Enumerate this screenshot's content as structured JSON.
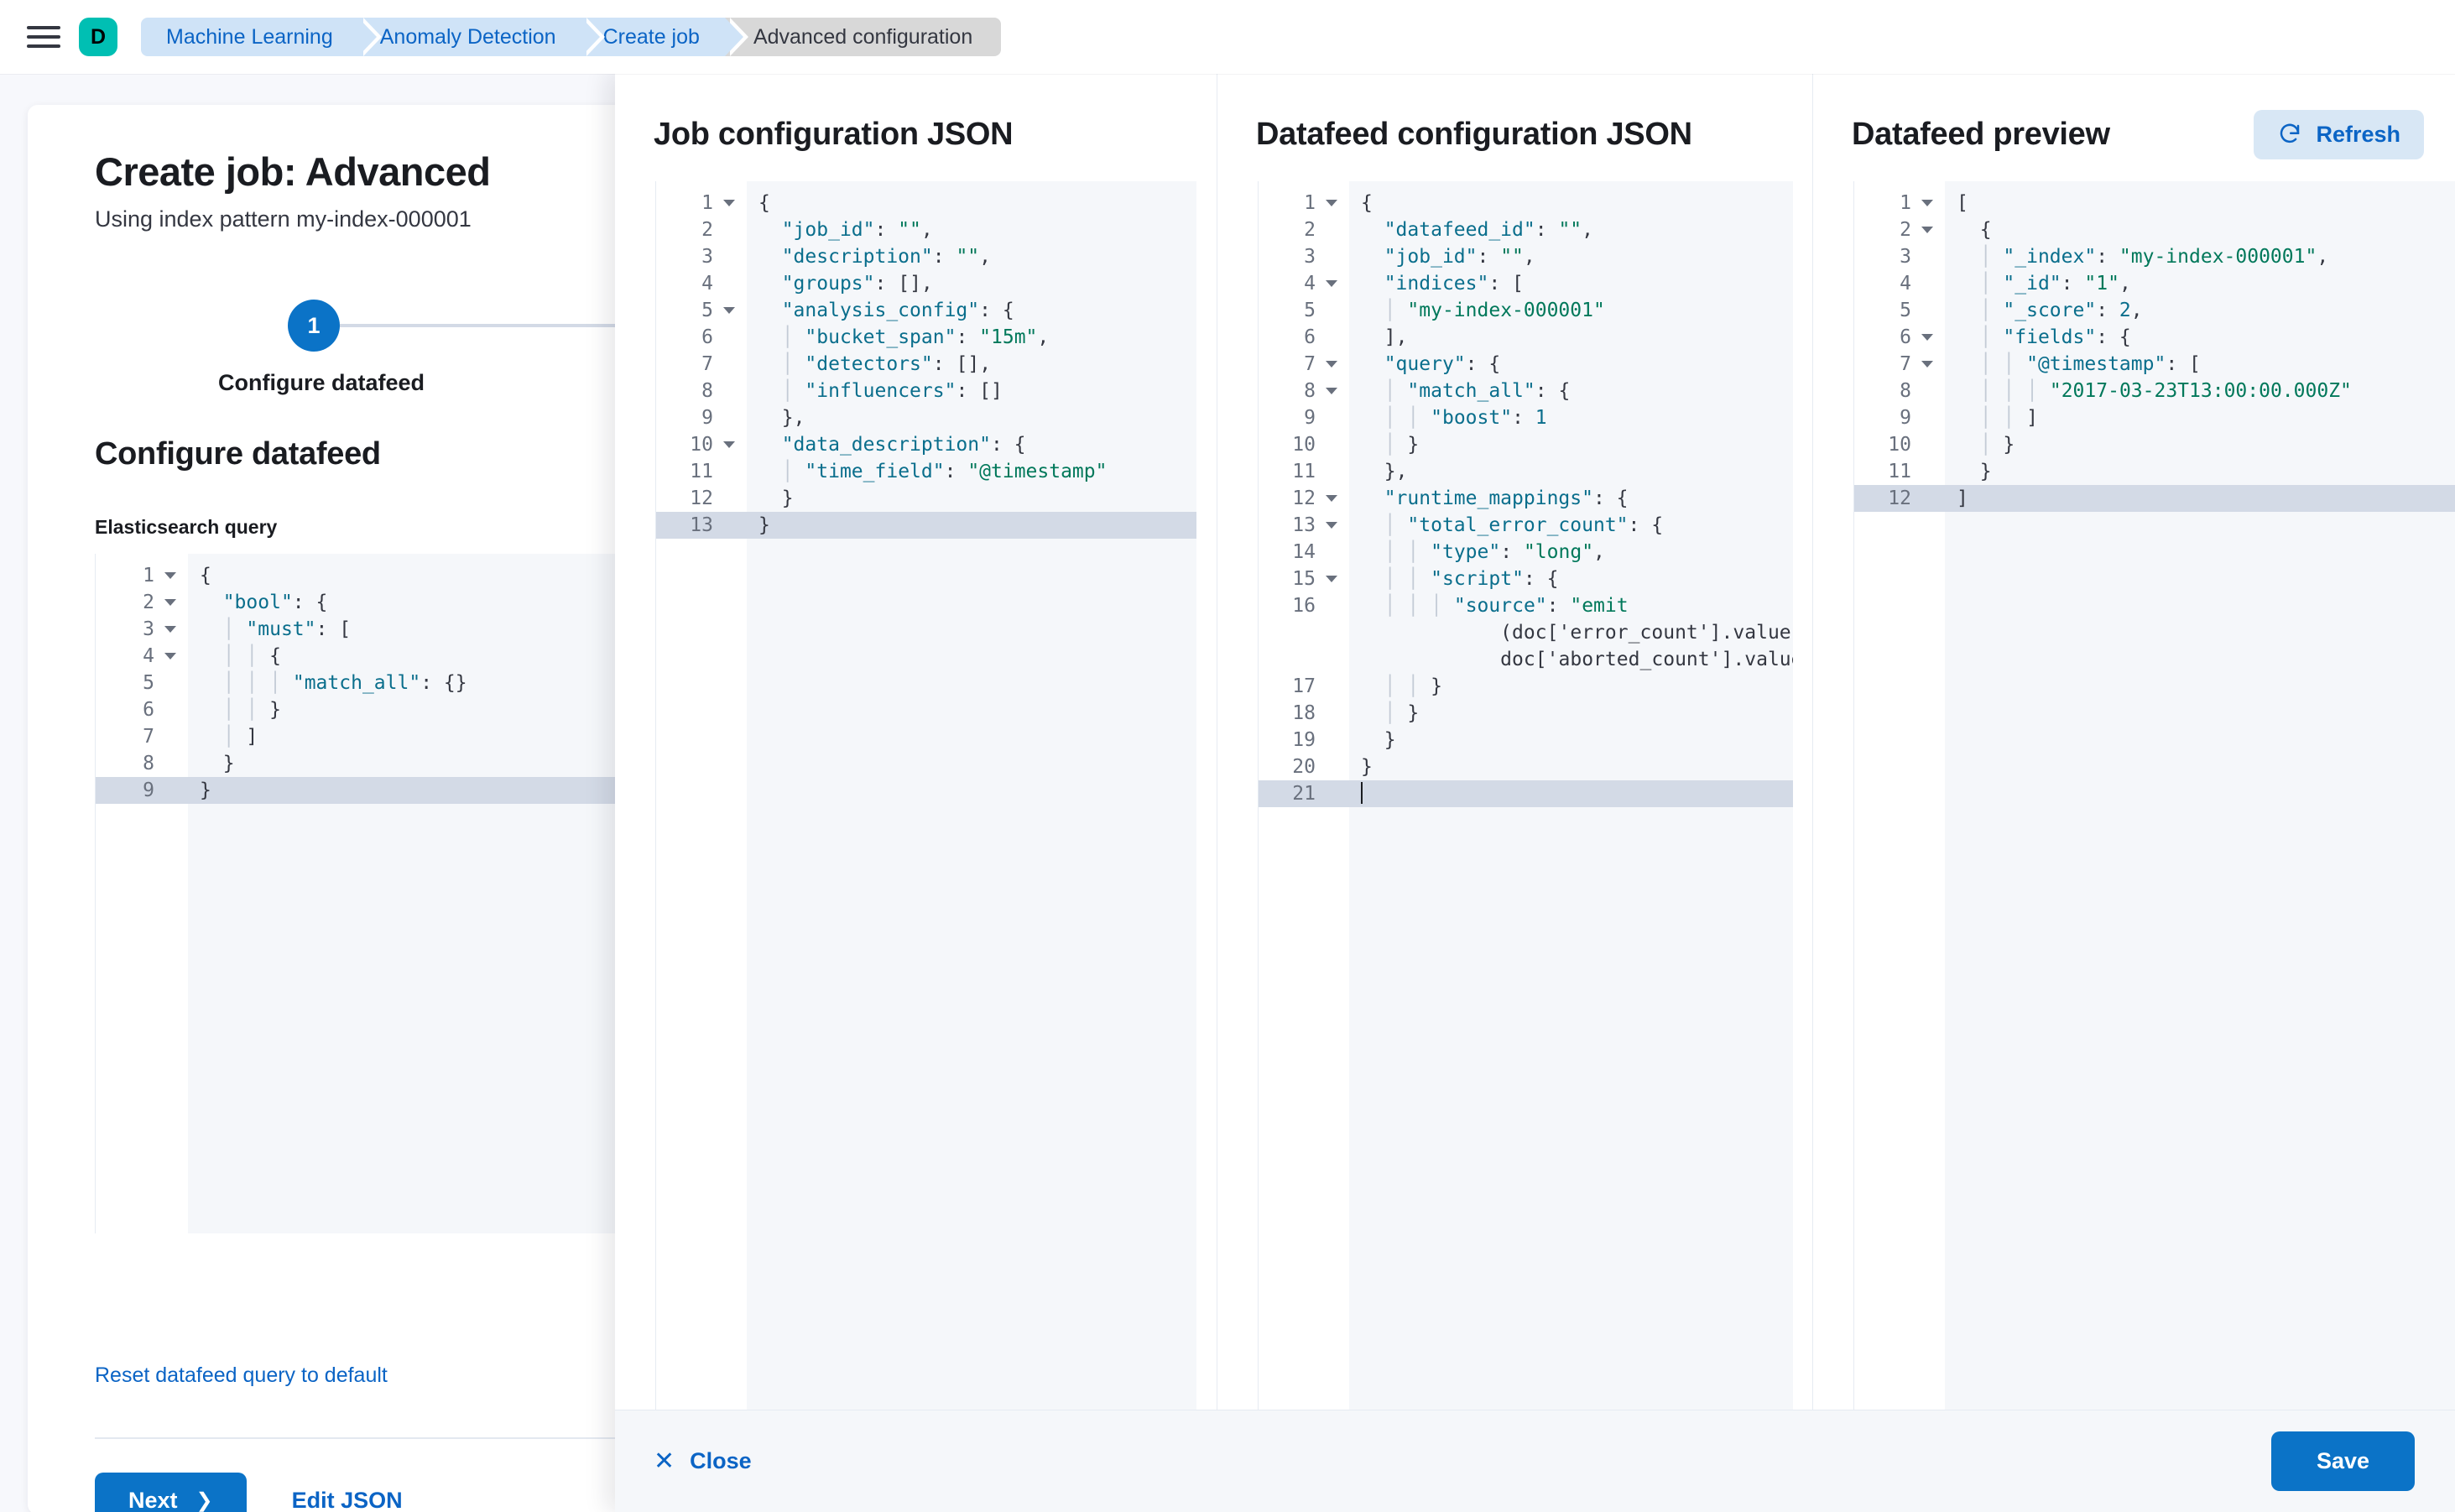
{
  "header": {
    "menu_icon": "hamburger-icon",
    "logo_letter": "D",
    "logo_color": "#00bfb3",
    "breadcrumbs": [
      {
        "label": "Machine Learning",
        "active": false
      },
      {
        "label": "Anomaly Detection",
        "active": false
      },
      {
        "label": "Create job",
        "active": false
      },
      {
        "label": "Advanced configuration",
        "active": true
      }
    ]
  },
  "job_card": {
    "title": "Create job: Advanced",
    "subtitle": "Using index pattern my-index-000001",
    "step_number": "1",
    "step_label": "Configure datafeed",
    "section_title": "Configure datafeed",
    "query_field_label": "Elasticsearch query",
    "reset_link": "Reset datafeed query to default",
    "next_button": "Next",
    "next_chevron": "chevron-right-icon",
    "edit_json_button": "Edit JSON",
    "query_editor": {
      "highlighted_line": 9,
      "lines": [
        {
          "n": 1,
          "fold": true,
          "text": "{"
        },
        {
          "n": 2,
          "fold": true,
          "text": "  \"bool\": {"
        },
        {
          "n": 3,
          "fold": true,
          "text": "  │ \"must\": ["
        },
        {
          "n": 4,
          "fold": true,
          "text": "  │ │ {"
        },
        {
          "n": 5,
          "fold": false,
          "text": "  │ │ │ \"match_all\": {}"
        },
        {
          "n": 6,
          "fold": false,
          "text": "  │ │ }"
        },
        {
          "n": 7,
          "fold": false,
          "text": "  │ ]"
        },
        {
          "n": 8,
          "fold": false,
          "text": "  }"
        },
        {
          "n": 9,
          "fold": false,
          "text": "}"
        }
      ]
    }
  },
  "flyout": {
    "job_config": {
      "title": "Job configuration JSON",
      "highlighted_line": 13,
      "lines": [
        {
          "n": 1,
          "fold": true,
          "text": "{"
        },
        {
          "n": 2,
          "fold": false,
          "text": "  \"job_id\": \"\","
        },
        {
          "n": 3,
          "fold": false,
          "text": "  \"description\": \"\","
        },
        {
          "n": 4,
          "fold": false,
          "text": "  \"groups\": [],"
        },
        {
          "n": 5,
          "fold": true,
          "text": "  \"analysis_config\": {"
        },
        {
          "n": 6,
          "fold": false,
          "text": "  │ \"bucket_span\": \"15m\","
        },
        {
          "n": 7,
          "fold": false,
          "text": "  │ \"detectors\": [],"
        },
        {
          "n": 8,
          "fold": false,
          "text": "  │ \"influencers\": []"
        },
        {
          "n": 9,
          "fold": false,
          "text": "  },"
        },
        {
          "n": 10,
          "fold": true,
          "text": "  \"data_description\": {"
        },
        {
          "n": 11,
          "fold": false,
          "text": "  │ \"time_field\": \"@timestamp\""
        },
        {
          "n": 12,
          "fold": false,
          "text": "  }"
        },
        {
          "n": 13,
          "fold": false,
          "text": "}"
        }
      ]
    },
    "datafeed_config": {
      "title": "Datafeed configuration JSON",
      "highlighted_line": 21,
      "lines": [
        {
          "n": 1,
          "fold": true,
          "text": "{"
        },
        {
          "n": 2,
          "fold": false,
          "text": "  \"datafeed_id\": \"\","
        },
        {
          "n": 3,
          "fold": false,
          "text": "  \"job_id\": \"\","
        },
        {
          "n": 4,
          "fold": true,
          "text": "  \"indices\": ["
        },
        {
          "n": 5,
          "fold": false,
          "text": "  │ \"my-index-000001\""
        },
        {
          "n": 6,
          "fold": false,
          "text": "  ],"
        },
        {
          "n": 7,
          "fold": true,
          "text": "  \"query\": {"
        },
        {
          "n": 8,
          "fold": true,
          "text": "  │ \"match_all\": {"
        },
        {
          "n": 9,
          "fold": false,
          "text": "  │ │ \"boost\": 1"
        },
        {
          "n": 10,
          "fold": false,
          "text": "  │ }"
        },
        {
          "n": 11,
          "fold": false,
          "text": "  },"
        },
        {
          "n": 12,
          "fold": true,
          "text": "  \"runtime_mappings\": {"
        },
        {
          "n": 13,
          "fold": true,
          "text": "  │ \"total_error_count\": {"
        },
        {
          "n": 14,
          "fold": false,
          "text": "  │ │ \"type\": \"long\","
        },
        {
          "n": 15,
          "fold": true,
          "text": "  │ │ \"script\": {"
        },
        {
          "n": 16,
          "fold": false,
          "text": "  │ │ │ \"source\": \"emit(doc['error_count'].value + doc['aborted_count'].value)\""
        },
        {
          "n": 17,
          "fold": false,
          "text": "  │ │ }"
        },
        {
          "n": 18,
          "fold": false,
          "text": "  │ }"
        },
        {
          "n": 19,
          "fold": false,
          "text": "  }"
        },
        {
          "n": 20,
          "fold": false,
          "text": "}"
        },
        {
          "n": 21,
          "fold": false,
          "text": ""
        }
      ]
    },
    "datafeed_preview": {
      "title": "Datafeed preview",
      "refresh_button": "Refresh",
      "refresh_icon": "refresh-icon",
      "highlighted_line": 12,
      "lines": [
        {
          "n": 1,
          "fold": true,
          "text": "["
        },
        {
          "n": 2,
          "fold": true,
          "text": "  {"
        },
        {
          "n": 3,
          "fold": false,
          "text": "  │ \"_index\": \"my-index-000001\","
        },
        {
          "n": 4,
          "fold": false,
          "text": "  │ \"_id\": \"1\","
        },
        {
          "n": 5,
          "fold": false,
          "text": "  │ \"_score\": 2,"
        },
        {
          "n": 6,
          "fold": true,
          "text": "  │ \"fields\": {"
        },
        {
          "n": 7,
          "fold": true,
          "text": "  │ │ \"@timestamp\": ["
        },
        {
          "n": 8,
          "fold": false,
          "text": "  │ │ │ \"2017-03-23T13:00:00.000Z\""
        },
        {
          "n": 9,
          "fold": false,
          "text": "  │ │ ]"
        },
        {
          "n": 10,
          "fold": false,
          "text": "  │ }"
        },
        {
          "n": 11,
          "fold": false,
          "text": "  }"
        },
        {
          "n": 12,
          "fold": false,
          "text": "]"
        }
      ]
    },
    "footer": {
      "close_button": "Close",
      "close_icon": "close-icon",
      "save_button": "Save"
    }
  },
  "colors": {
    "accent_blue": "#0b73c7",
    "link_blue": "#0b64c5",
    "logo_teal": "#00bfb3",
    "string_green": "#00785a",
    "key_teal": "#0a6e8c"
  }
}
